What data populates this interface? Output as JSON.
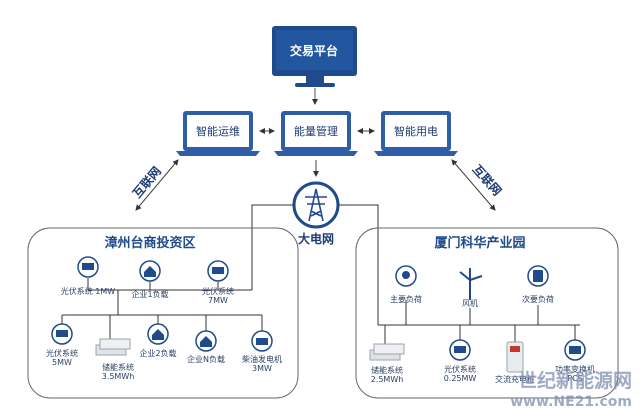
{
  "top": {
    "trade_platform": "交易平台"
  },
  "middle": {
    "smart_ops": "智能运维",
    "energy_mgmt": "能量管理",
    "smart_power": "智能用电"
  },
  "grid": {
    "label": "大电网"
  },
  "internet": {
    "left": "互联网",
    "right": "互联网"
  },
  "zhangzhou": {
    "title": "漳州台商投资区",
    "pv1": [
      "光伏系统 1MW"
    ],
    "load1": [
      "企业1负载"
    ],
    "pv7": [
      "光伏系统",
      "7MW"
    ],
    "pv5": [
      "光伏系统",
      "5MW"
    ],
    "storage": [
      "储能系统",
      "3.5MWh"
    ],
    "load2": [
      "企业2负载"
    ],
    "loadN": [
      "企业N负载"
    ],
    "diesel": [
      "柴油发电机",
      "3MW"
    ]
  },
  "xiamen": {
    "title": "厦门科华产业园",
    "main_load": [
      "主要负荷"
    ],
    "wind": [
      "风机"
    ],
    "sec_load": [
      "次要负荷"
    ],
    "storage": [
      "储能系统",
      "2.5MWh"
    ],
    "pv": [
      "光伏系统",
      "0.25MW"
    ],
    "ev": [
      "交流充电桩"
    ],
    "pcs": [
      "功率变换机",
      "PCS"
    ]
  },
  "watermark": {
    "cn": "世纪新能源网",
    "url": "www.NE21.com"
  },
  "colors": {
    "primary": "#1f4a8c",
    "accent": "#2f6bbf",
    "line": "#333333"
  }
}
